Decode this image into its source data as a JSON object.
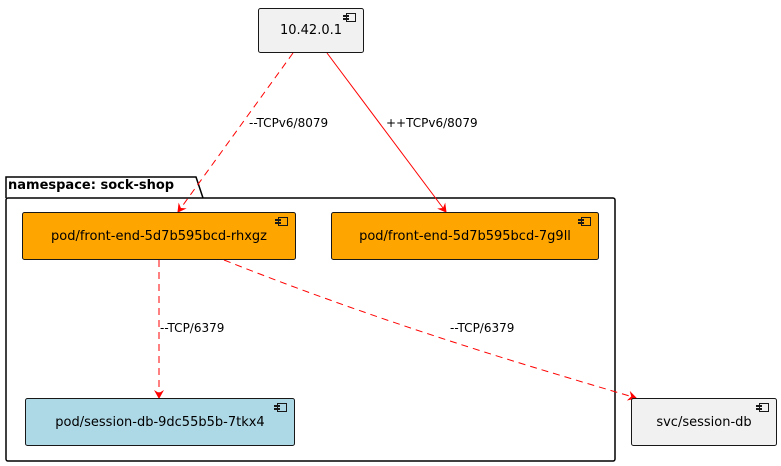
{
  "nodes": {
    "ip": {
      "label": "10.42.0.1",
      "fill": "#f1f1f1"
    },
    "front_a": {
      "label": "pod/front-end-5d7b595bcd-rhxgz",
      "fill": "#ffa500"
    },
    "front_b": {
      "label": "pod/front-end-5d7b595bcd-7g9ll",
      "fill": "#ffa500"
    },
    "session_db": {
      "label": "pod/session-db-9dc55b5b-7tkx4",
      "fill": "#add8e6"
    },
    "svc": {
      "label": "svc/session-db",
      "fill": "#f1f1f1"
    }
  },
  "namespace": {
    "label": "namespace: sock-shop"
  },
  "edges": {
    "ip_to_front_a": {
      "label": "--TCPv6/8079",
      "style": "dashed",
      "color": "#ff0000"
    },
    "ip_to_front_b": {
      "label": "++TCPv6/8079",
      "style": "solid",
      "color": "#ff0000"
    },
    "front_a_to_session_db": {
      "label": "--TCP/6379",
      "style": "dashed",
      "color": "#ff0000"
    },
    "front_a_to_svc": {
      "label": "--TCP/6379",
      "style": "dashed",
      "color": "#ff0000"
    }
  }
}
